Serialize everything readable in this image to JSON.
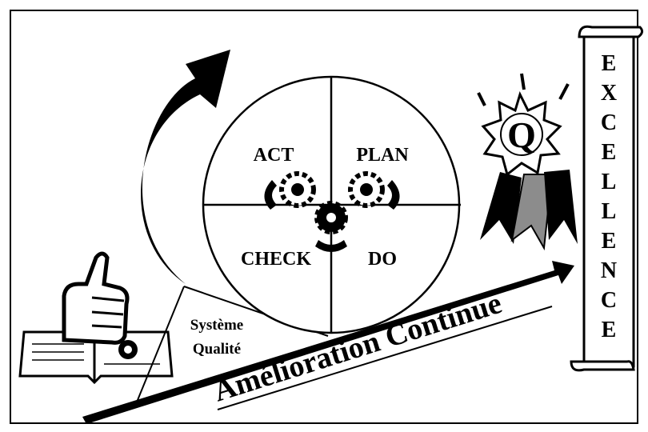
{
  "pdca": {
    "act": "ACT",
    "plan": "PLAN",
    "check": "CHECK",
    "do": "DO"
  },
  "systeme": {
    "line1": "Système",
    "line2": "Qualité"
  },
  "arrow_label": "Amélioration Continue",
  "scroll_letters": [
    "E",
    "X",
    "C",
    "E",
    "L",
    "L",
    "E",
    "N",
    "C",
    "E"
  ],
  "badge_letter": "Q",
  "colors": {
    "ink": "#000000",
    "paper": "#ffffff",
    "ribbon_gray": "#8c8c8c"
  },
  "icons": [
    "cycle-arrow-icon",
    "gear-icon",
    "thumbs-up-hand-icon",
    "open-book-icon",
    "award-rosette-icon",
    "scroll-icon"
  ]
}
